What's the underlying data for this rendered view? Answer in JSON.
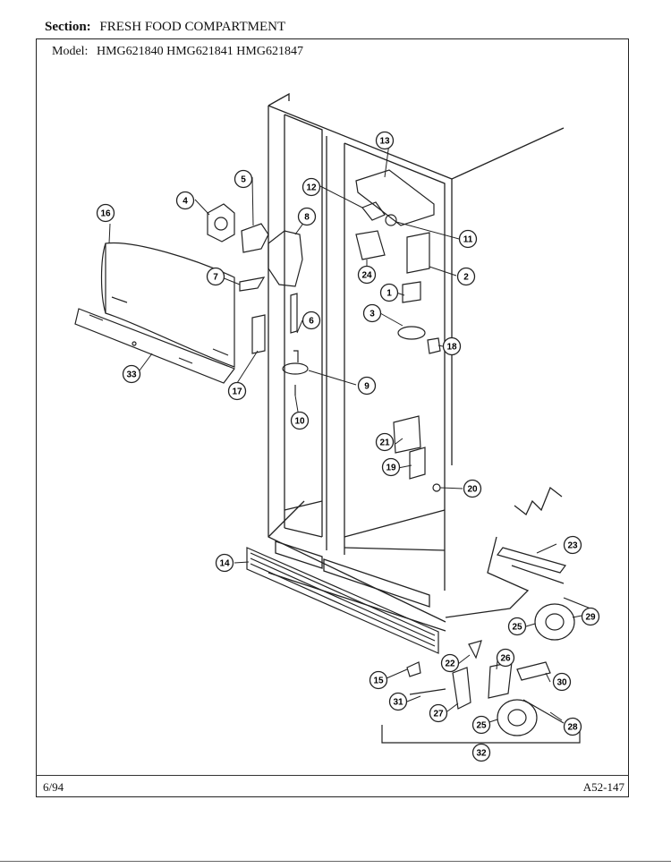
{
  "header": {
    "section_label": "Section:",
    "section_value": "FRESH FOOD COMPARTMENT",
    "model_label": "Model:",
    "models": "HMG621840  HMG621841  HMG621847"
  },
  "footer": {
    "date": "6/94",
    "code": "A52-147"
  },
  "diagram": {
    "callouts": [
      {
        "id": "c1",
        "number": "1"
      },
      {
        "id": "c2",
        "number": "2"
      },
      {
        "id": "c3",
        "number": "3"
      },
      {
        "id": "c4",
        "number": "4"
      },
      {
        "id": "c5",
        "number": "5"
      },
      {
        "id": "c6",
        "number": "6"
      },
      {
        "id": "c7",
        "number": "7"
      },
      {
        "id": "c8",
        "number": "8"
      },
      {
        "id": "c9",
        "number": "9"
      },
      {
        "id": "c10",
        "number": "10"
      },
      {
        "id": "c11",
        "number": "11"
      },
      {
        "id": "c12",
        "number": "12"
      },
      {
        "id": "c13",
        "number": "13"
      },
      {
        "id": "c14",
        "number": "14"
      },
      {
        "id": "c15",
        "number": "15"
      },
      {
        "id": "c16",
        "number": "16"
      },
      {
        "id": "c17",
        "number": "17"
      },
      {
        "id": "c18",
        "number": "18"
      },
      {
        "id": "c19",
        "number": "19"
      },
      {
        "id": "c20",
        "number": "20"
      },
      {
        "id": "c21",
        "number": "21"
      },
      {
        "id": "c22",
        "number": "22"
      },
      {
        "id": "c23",
        "number": "23"
      },
      {
        "id": "c24",
        "number": "24"
      },
      {
        "id": "c25a",
        "number": "25"
      },
      {
        "id": "c25b",
        "number": "25"
      },
      {
        "id": "c26",
        "number": "26"
      },
      {
        "id": "c27",
        "number": "27"
      },
      {
        "id": "c28",
        "number": "28"
      },
      {
        "id": "c29",
        "number": "29"
      },
      {
        "id": "c30",
        "number": "30"
      },
      {
        "id": "c31",
        "number": "31"
      },
      {
        "id": "c32",
        "number": "32"
      },
      {
        "id": "c33",
        "number": "33"
      }
    ]
  }
}
